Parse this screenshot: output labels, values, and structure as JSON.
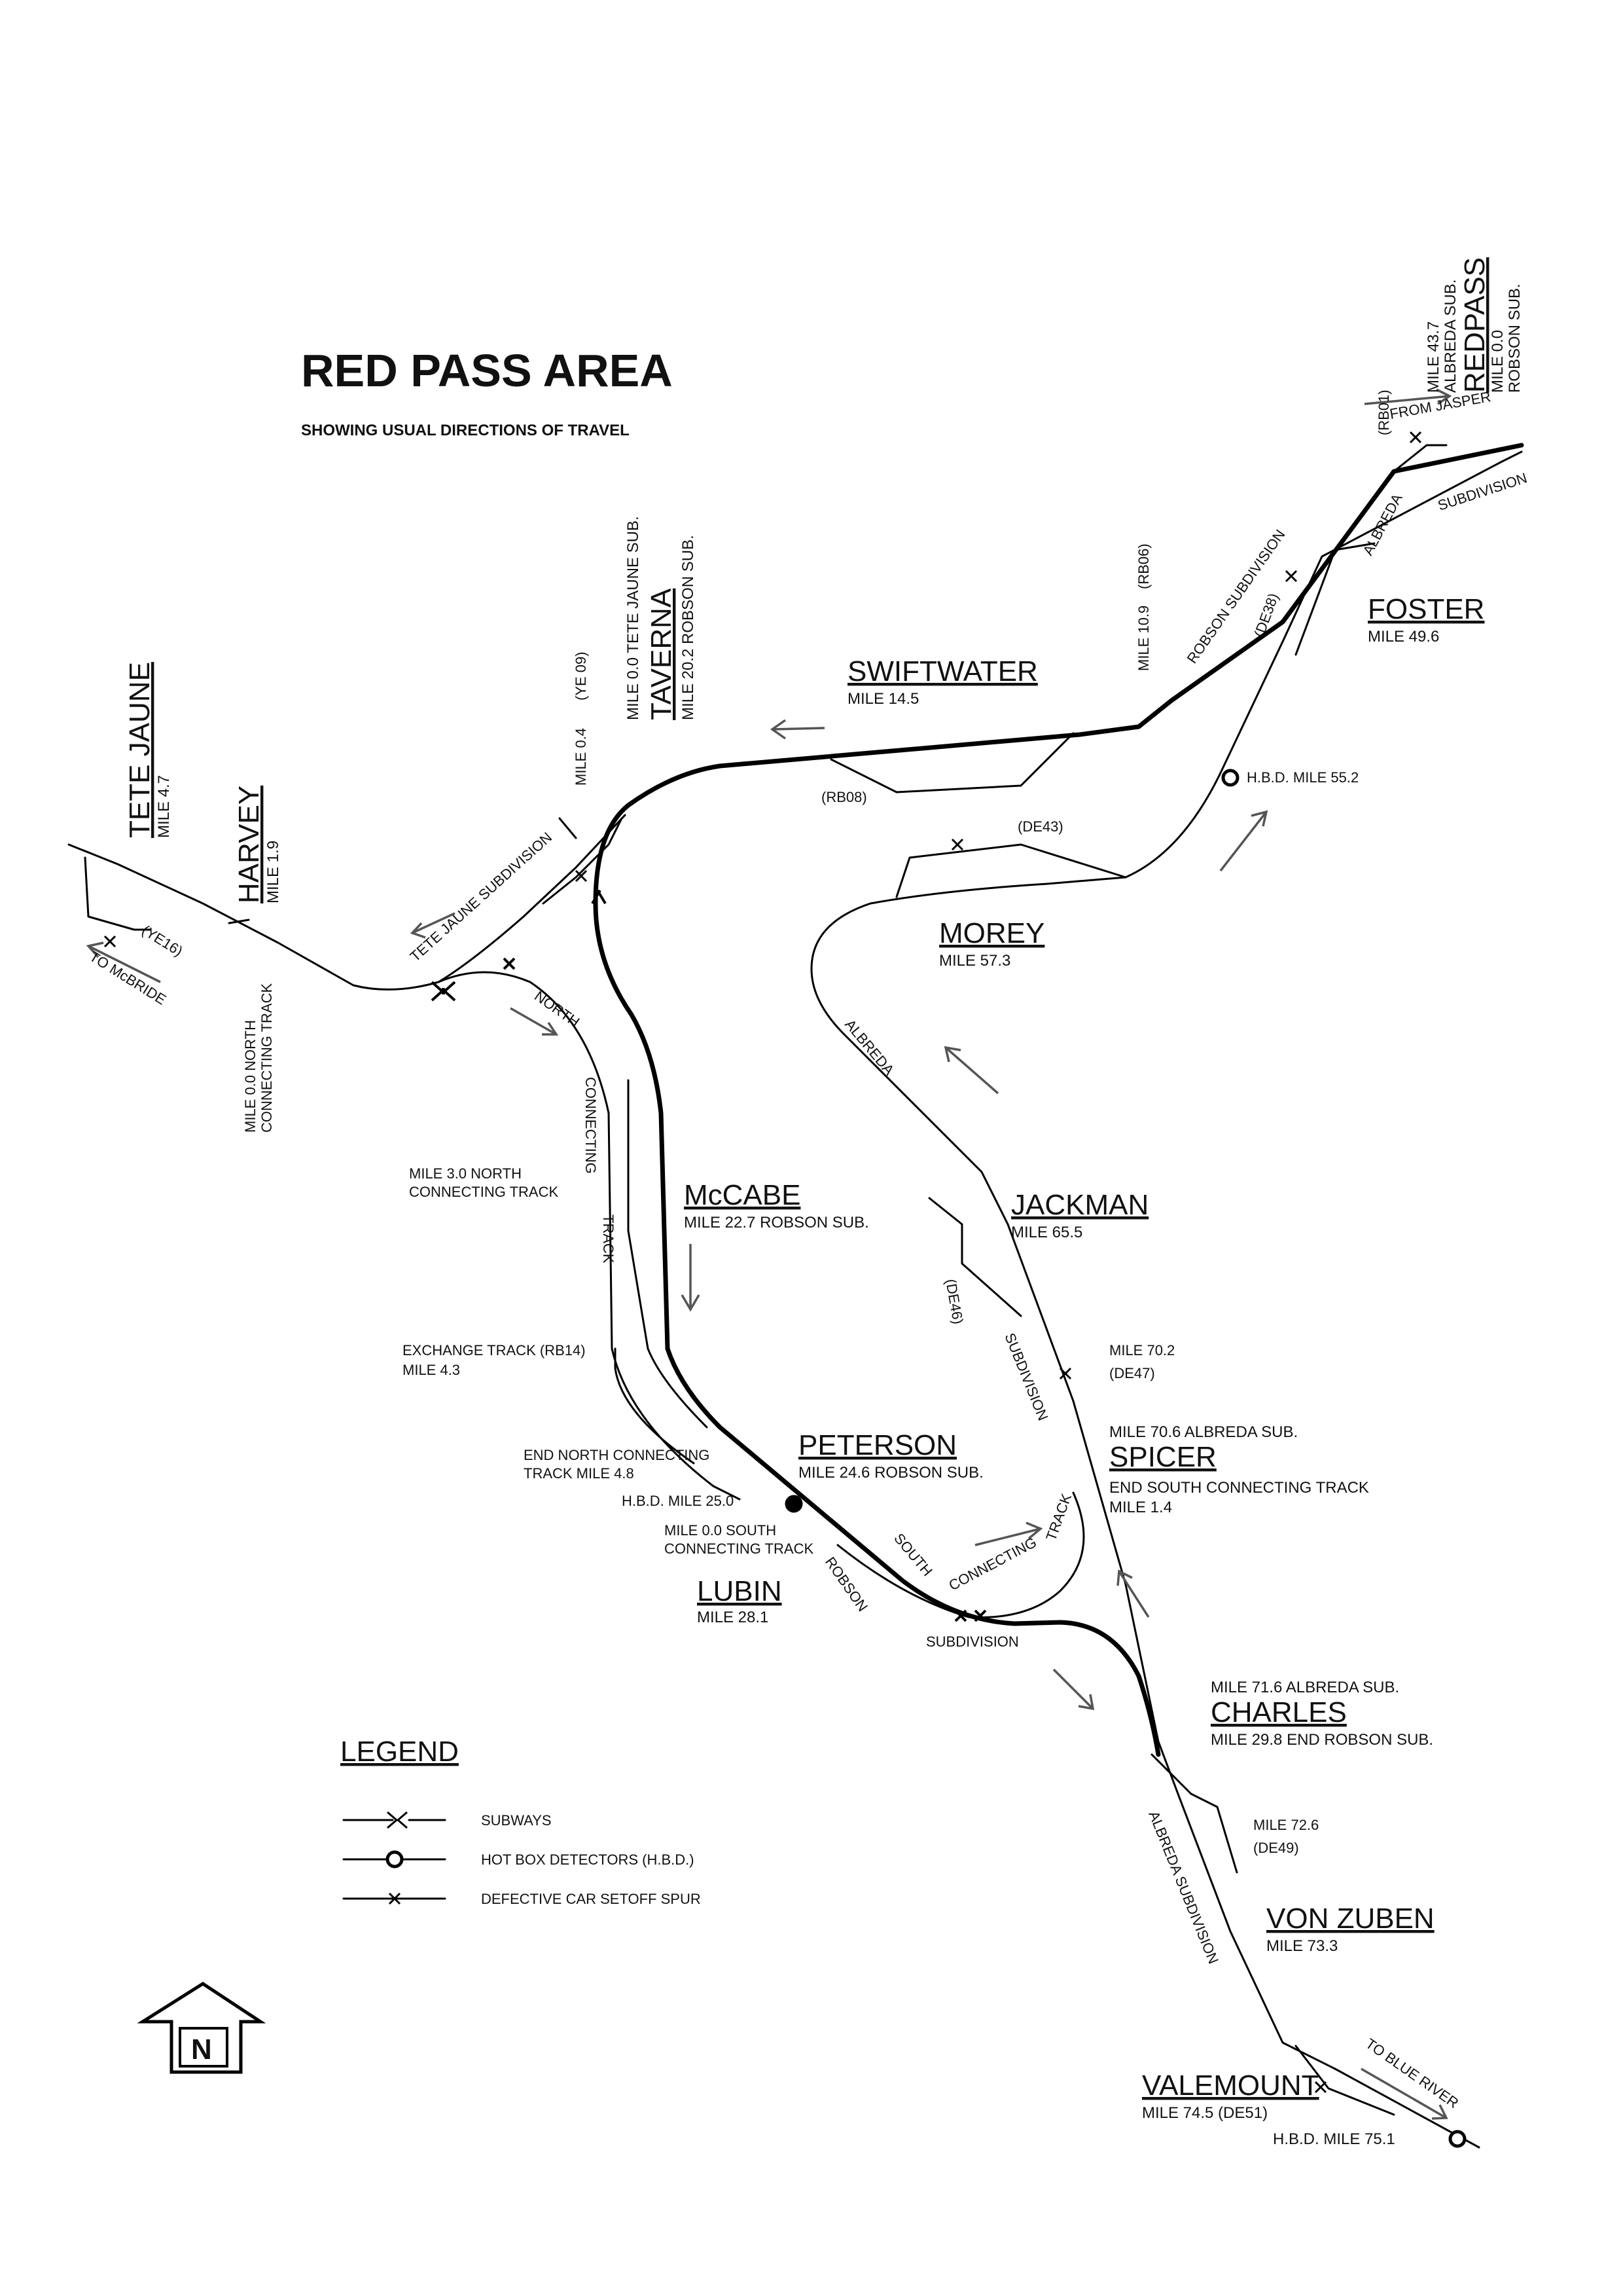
{
  "title": "RED PASS AREA",
  "subtitle": "SHOWING USUAL DIRECTIONS OF TRAVEL",
  "stations": {
    "redpass": {
      "name": "REDPASS",
      "mile_a": "MILE 43.7",
      "sub_a": "ALBREDA SUB.",
      "mile_b": "MILE 0.0",
      "sub_b": "ROBSON SUB."
    },
    "foster": {
      "name": "FOSTER",
      "mile": "MILE 49.6"
    },
    "swiftwater": {
      "name": "SWIFTWATER",
      "mile": "MILE 14.5"
    },
    "taverna": {
      "name": "TAVERNA",
      "mile_a": "MILE 0.0 TETE JAUNE SUB.",
      "mile_b": "MILE 20.2 ROBSON SUB."
    },
    "tete_jaune": {
      "name": "TETE JAUNE",
      "mile": "MILE 4.7"
    },
    "harvey": {
      "name": "HARVEY",
      "mile": "MILE 1.9"
    },
    "morey": {
      "name": "MOREY",
      "mile": "MILE 57.3"
    },
    "mccabe": {
      "name": "McCABE",
      "mile": "MILE 22.7 ROBSON SUB."
    },
    "jackman": {
      "name": "JACKMAN",
      "mile": "MILE 65.5"
    },
    "peterson": {
      "name": "PETERSON",
      "mile": "MILE 24.6 ROBSON SUB."
    },
    "spicer": {
      "name": "SPICER",
      "mile_a": "MILE 70.6 ALBREDA SUB.",
      "mile_b": "END SOUTH CONNECTING TRACK",
      "mile_c": "MILE 1.4"
    },
    "lubin": {
      "name": "LUBIN",
      "mile": "MILE 28.1"
    },
    "charles": {
      "name": "CHARLES",
      "mile_a": "MILE 71.6 ALBREDA SUB.",
      "mile_b": "MILE 29.8 END ROBSON SUB."
    },
    "von_zuben": {
      "name": "VON ZUBEN",
      "mile": "MILE 73.3"
    },
    "valemount": {
      "name": "VALEMOUNT",
      "mile": "MILE 74.5 (DE51)",
      "hbd": "H.B.D. MILE 75.1"
    }
  },
  "labels": {
    "from_jasper": "FROM JASPER",
    "rb01": "(RB01)",
    "subdivision_top": "SUBDIVISION",
    "albreda_top": "ALBREDA",
    "robson_subdivision": "ROBSON SUBDIVISION",
    "de38": "(DE38)",
    "mile_10_9": "MILE 10.9",
    "rb06": "(RB06)",
    "hbd_55_2": "H.B.D. MILE 55.2",
    "rb08": "(RB08)",
    "de43": "(DE43)",
    "mile_0_4": "MILE 0.4",
    "ye09": "(YE 09)",
    "tete_jaune_subdivision": "TETE JAUNE SUBDIVISION",
    "ye16": "(YE16)",
    "to_mcbride": "TO McBRIDE",
    "north_conn_1": "MILE 0.0 NORTH",
    "north_conn_2": "CONNECTING TRACK",
    "north": "NORTH",
    "connecting": "CONNECTING",
    "track": "TRACK",
    "albreda_mid": "ALBREDA",
    "mile_3_0": "MILE 3.0 NORTH",
    "connecting_track": "CONNECTING TRACK",
    "de46": "(DE46)",
    "subdivision_mid": "SUBDIVISION",
    "mile_70_2": "MILE 70.2",
    "de47": "(DE47)",
    "exchange_track": "EXCHANGE TRACK (RB14)",
    "mile_4_3": "MILE 4.3",
    "end_north_1": "END NORTH CONNECTING",
    "end_north_2": "TRACK MILE 4.8",
    "hbd_25_0": "H.B.D. MILE 25.0",
    "south_conn_1": "MILE 0.0 SOUTH",
    "south_conn_2": "CONNECTING TRACK",
    "robson": "ROBSON",
    "south": "SOUTH",
    "connecting_lower": "CONNECTING",
    "track_lower": "TRACK",
    "subdivision_lower": "SUBDIVISION",
    "mile_72_6": "MILE 72.6",
    "de49": "(DE49)",
    "albreda_subdivision": "ALBREDA SUBDIVISION",
    "to_blue_river": "TO BLUE RIVER"
  },
  "legend": {
    "title": "LEGEND",
    "items": [
      "SUBWAYS",
      "HOT BOX DETECTORS (H.B.D.)",
      "DEFECTIVE CAR SETOFF SPUR"
    ]
  },
  "north_arrow_label": "N"
}
